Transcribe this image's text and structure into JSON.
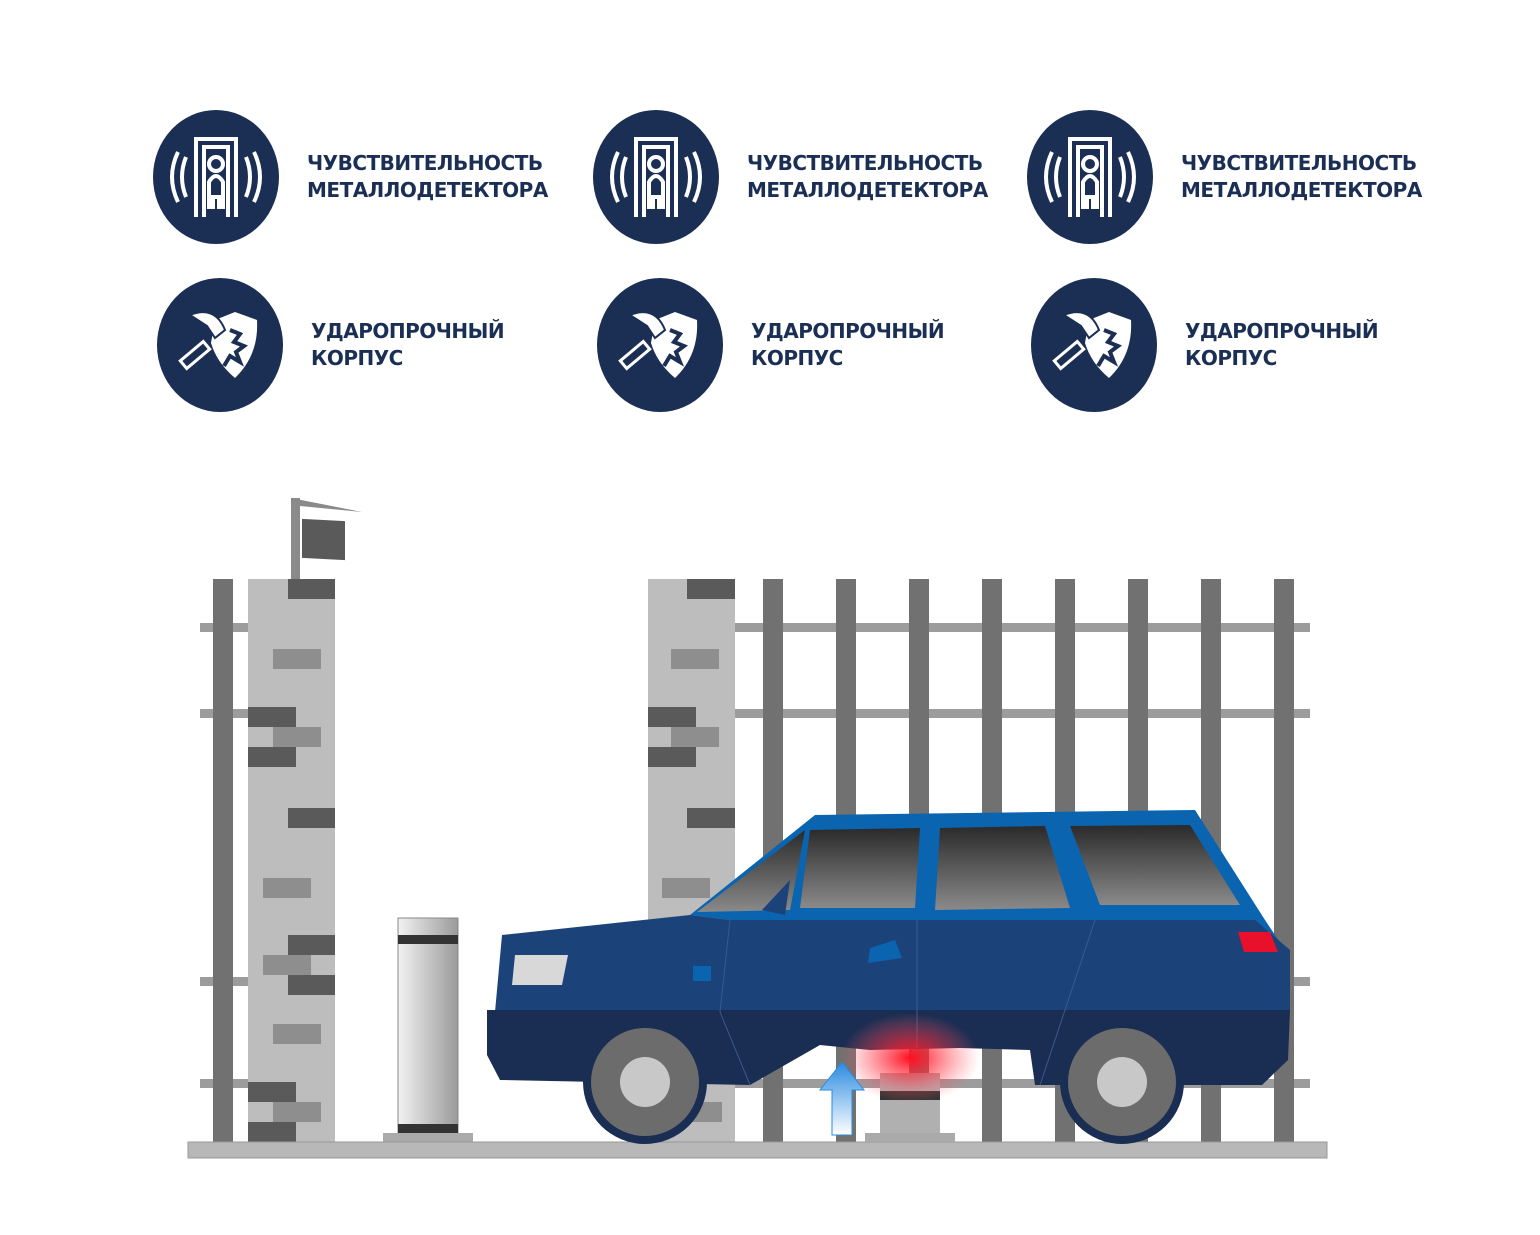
{
  "features": [
    {
      "icon": "metal-detector-icon",
      "line1": "ЧУВСТВИТЕЛЬНОСТЬ",
      "line2": "МЕТАЛЛОДЕТЕКТОРА"
    },
    {
      "icon": "metal-detector-icon",
      "line1": "ЧУВСТВИТЕЛЬНОСТЬ",
      "line2": "МЕТАЛЛОДЕТЕКТОРА"
    },
    {
      "icon": "metal-detector-icon",
      "line1": "ЧУВСТВИТЕЛЬНОСТЬ",
      "line2": "МЕТАЛЛОДЕТЕКТОРА"
    },
    {
      "icon": "impact-shield-icon",
      "line1": "УДАРОПРОЧНЫЙ",
      "line2": "КОРПУС"
    },
    {
      "icon": "impact-shield-icon",
      "line1": "УДАРОПРОЧНЫЙ",
      "line2": "КОРПУС"
    },
    {
      "icon": "impact-shield-icon",
      "line1": "УДАРОПРОЧНЫЙ",
      "line2": "КОРПУС"
    }
  ],
  "colors": {
    "navy": "#1b2f55",
    "car_body": "#1c427a",
    "car_roof": "#0a64b0",
    "fence": "#717171",
    "alert": "#e8102a"
  }
}
